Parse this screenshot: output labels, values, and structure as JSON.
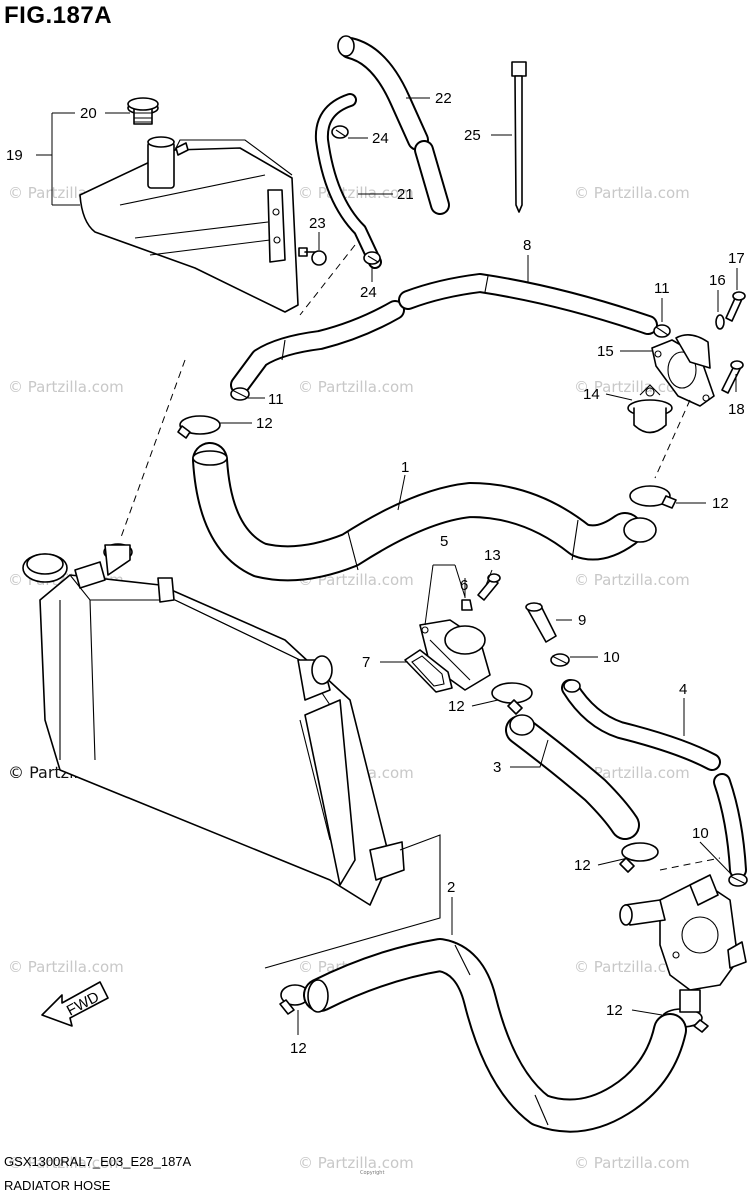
{
  "figure": {
    "title": "FIG.187A",
    "model_code": "GSX1300RAL7_E03_E28_187A",
    "section_name": "RADIATOR HOSE",
    "copyright_fine_print": "Copyright",
    "fwd_label": "FWD"
  },
  "watermark": "© Partzilla.com",
  "callouts": {
    "c1": "1",
    "c2": "2",
    "c3": "3",
    "c4": "4",
    "c5": "5",
    "c6": "6",
    "c7": "7",
    "c8": "8",
    "c9": "9",
    "c10": "10",
    "c11": "11",
    "c12": "12",
    "c13": "13",
    "c14": "14",
    "c15": "15",
    "c16": "16",
    "c17": "17",
    "c18": "18",
    "c19": "19",
    "c20": "20",
    "c21": "21",
    "c22": "22",
    "c23": "23",
    "c24": "24",
    "c25": "25"
  },
  "colors": {
    "line": "#000000",
    "watermark": "#c8c8c8",
    "background": "#ffffff"
  }
}
